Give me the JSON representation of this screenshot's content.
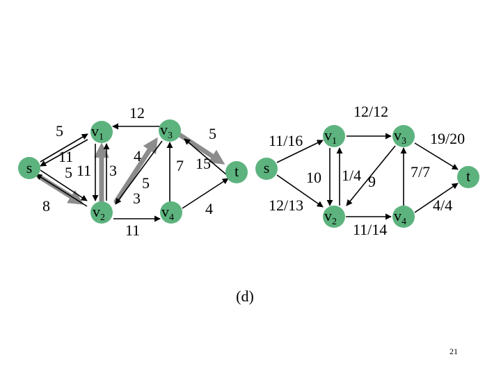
{
  "colors": {
    "node": "#5db37e",
    "edge": "#000000",
    "augmenting_path": "#8c8c8c"
  },
  "left_graph": {
    "nodes": {
      "s": "s",
      "v1": "v",
      "v1_sub": "1",
      "v2": "v",
      "v2_sub": "2",
      "v3": "v",
      "v3_sub": "3",
      "v4": "v",
      "v4_sub": "4",
      "t": "t"
    },
    "capacities": {
      "s_v1_fwd": "5",
      "s_v1_back": "11",
      "s_v2_fwd": "5",
      "s_v2_back": "8",
      "v1_v2": "11",
      "v2_v1": "3",
      "v3_v1": "12",
      "v2_v3": "4",
      "v3_v2_a": "5",
      "v3_v2_b": "3",
      "v2_v4": "11",
      "v4_v3": "7",
      "v3_t_a": "5",
      "v3_t_b": "15",
      "v4_t": "4"
    }
  },
  "right_graph": {
    "nodes": {
      "s": "s",
      "v1": "v",
      "v1_sub": "1",
      "v2": "v",
      "v2_sub": "2",
      "v3": "v",
      "v3_sub": "3",
      "v4": "v",
      "v4_sub": "4",
      "t": "t"
    },
    "flows": {
      "s_v1": "11/16",
      "s_v2": "12/13",
      "v1_v3": "12/12",
      "v2_v1": "10",
      "v1_v2": "1/4",
      "v3_v2": "9",
      "v2_v4": "11/14",
      "v4_v3": "7/7",
      "v3_t": "19/20",
      "v4_t": "4/4"
    }
  },
  "caption": "(d)",
  "page_number": "21"
}
